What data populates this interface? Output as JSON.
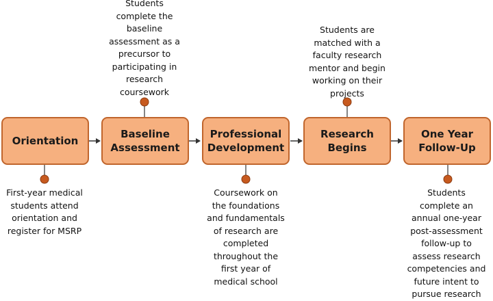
{
  "colors": {
    "box_fill": "#f6b07f",
    "box_border": "#c0652c",
    "dot_fill": "#c75a1f",
    "line": "#333333"
  },
  "steps": [
    {
      "label": "Orientation",
      "note": "First-year medical\nstudents attend\norientation and\nregister for MSRP",
      "note_position": "below"
    },
    {
      "label": "Baseline\nAssessment",
      "note": "Students\ncomplete the\nbaseline\nassessment as a\nprecursor to\nparticipating in\nresearch\ncoursework",
      "note_position": "above"
    },
    {
      "label": "Professional\nDevelopment",
      "note": "Coursework on\nthe foundations\nand fundamentals\nof research are\ncompleted\nthroughout the\nfirst year of\nmedical school",
      "note_position": "below"
    },
    {
      "label": "Research\nBegins",
      "note": "Students are\nmatched with a\nfaculty research\nmentor and begin\nworking on their\nprojects",
      "note_position": "above"
    },
    {
      "label": "One Year\nFollow-Up",
      "note": "Students\ncomplete an\nannual one-year\npost-assessment\nfollow-up to\nassess research\ncompetencies and\nfuture intent to\npursue research",
      "note_position": "below"
    }
  ]
}
